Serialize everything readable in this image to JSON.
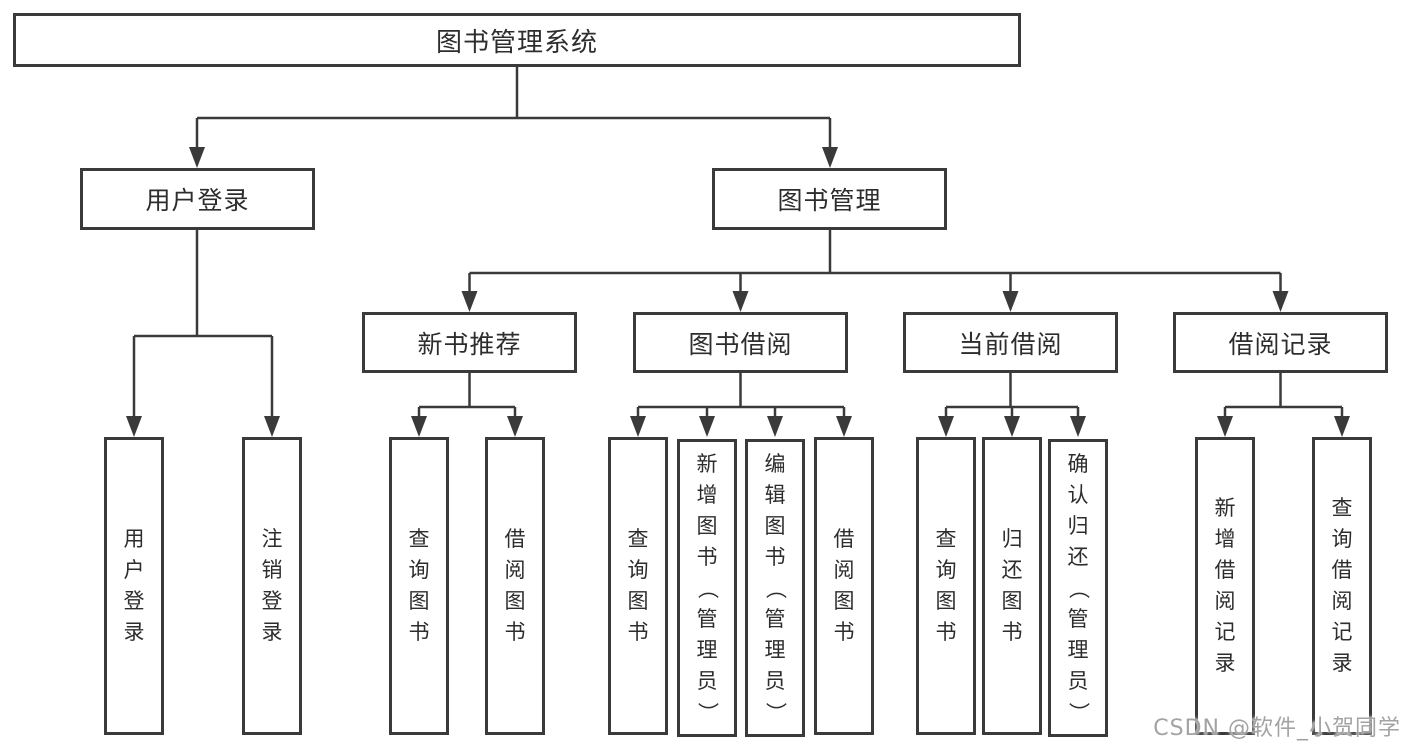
{
  "colors": {
    "line": "#3a3a3a",
    "box_border": "#3a3a3a",
    "text": "#2d2d2d",
    "watermark": "#a3a3a3",
    "background": "#ffffff"
  },
  "watermark": {
    "text": "CSDN @软件_小贺同学"
  },
  "diagram": {
    "type": "tree",
    "root": {
      "label": "图书管理系统"
    },
    "branches": [
      {
        "label": "用户登录",
        "leaves": [
          "用户登录",
          "注销登录"
        ]
      },
      {
        "label": "图书管理",
        "sub_branches": [
          {
            "label": "新书推荐",
            "leaves": [
              "查询图书",
              "借阅图书"
            ]
          },
          {
            "label": "图书借阅",
            "leaves": [
              "查询图书",
              "新增图书（管理员）",
              "编辑图书（管理员）",
              "借阅图书"
            ]
          },
          {
            "label": "当前借阅",
            "leaves": [
              "查询图书",
              "归还图书",
              "确认归还（管理员）"
            ]
          },
          {
            "label": "借阅记录",
            "leaves": [
              "新增借阅记录",
              "查询借阅记录"
            ]
          }
        ]
      }
    ]
  }
}
